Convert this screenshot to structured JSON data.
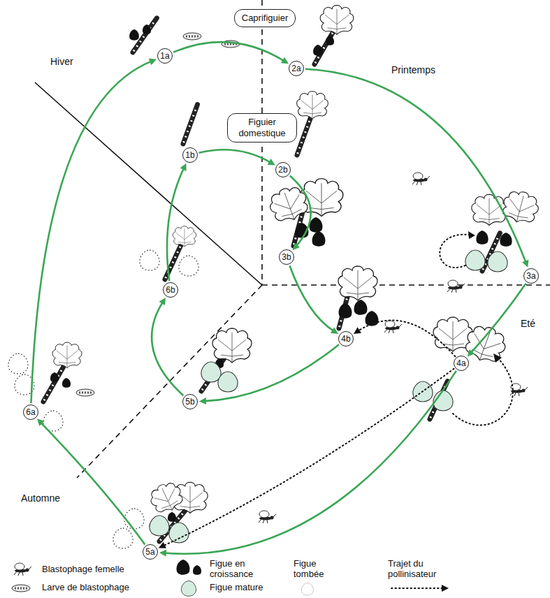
{
  "diagram": {
    "nodes": [
      {
        "text": [
          "Caprifiguier"
        ]
      },
      {
        "text": [
          "Figuier domestique"
        ]
      },
      {
        "text": [
          "1a"
        ]
      },
      {
        "text": [
          "1b"
        ]
      },
      {
        "text": [
          "2a"
        ]
      },
      {
        "text": [
          "2b"
        ]
      },
      {
        "text": [
          "3a"
        ]
      },
      {
        "text": [
          "3b"
        ]
      },
      {
        "text": [
          "4a"
        ]
      },
      {
        "text": [
          "4b"
        ]
      },
      {
        "text": [
          "5a"
        ]
      },
      {
        "text": [
          "5b"
        ]
      },
      {
        "text": [
          "6a"
        ]
      },
      {
        "text": [
          "6b"
        ]
      }
    ],
    "edges": [
      {
        "from": 2,
        "to": 4,
        "arrow": "to"
      },
      {
        "from": 4,
        "to": 6,
        "arrow": "to"
      },
      {
        "from": 6,
        "to": 8,
        "arrow": "to"
      },
      {
        "from": 8,
        "to": 10,
        "arrow": "to"
      },
      {
        "from": 10,
        "to": 12,
        "arrow": "to"
      },
      {
        "from": 12,
        "to": 2,
        "arrow": "to"
      },
      {
        "from": 3,
        "to": 5,
        "arrow": "to"
      },
      {
        "from": 5,
        "to": 7,
        "arrow": "to"
      },
      {
        "from": 7,
        "to": 9,
        "arrow": "to"
      },
      {
        "from": 9,
        "to": 11,
        "arrow": "to"
      },
      {
        "from": 11,
        "to": 13,
        "arrow": "to"
      },
      {
        "from": 13,
        "to": 3,
        "arrow": "to"
      },
      {
        "from": 8,
        "to": 9,
        "arrow": "to"
      },
      {
        "from": 8,
        "to": 10,
        "arrow": "to"
      }
    ],
    "labels": [
      "Hiver",
      "Printemps",
      "Eté",
      "Automne"
    ],
    "legend": [
      {
        "text": "Blastophage femelle"
      },
      {
        "text": "Larve de blastophage"
      },
      {
        "text": "Figue en croissance"
      },
      {
        "text": "Figue mature"
      },
      {
        "text": "Figue tombée"
      },
      {
        "text": "Trajet du pollinisateur"
      }
    ]
  }
}
